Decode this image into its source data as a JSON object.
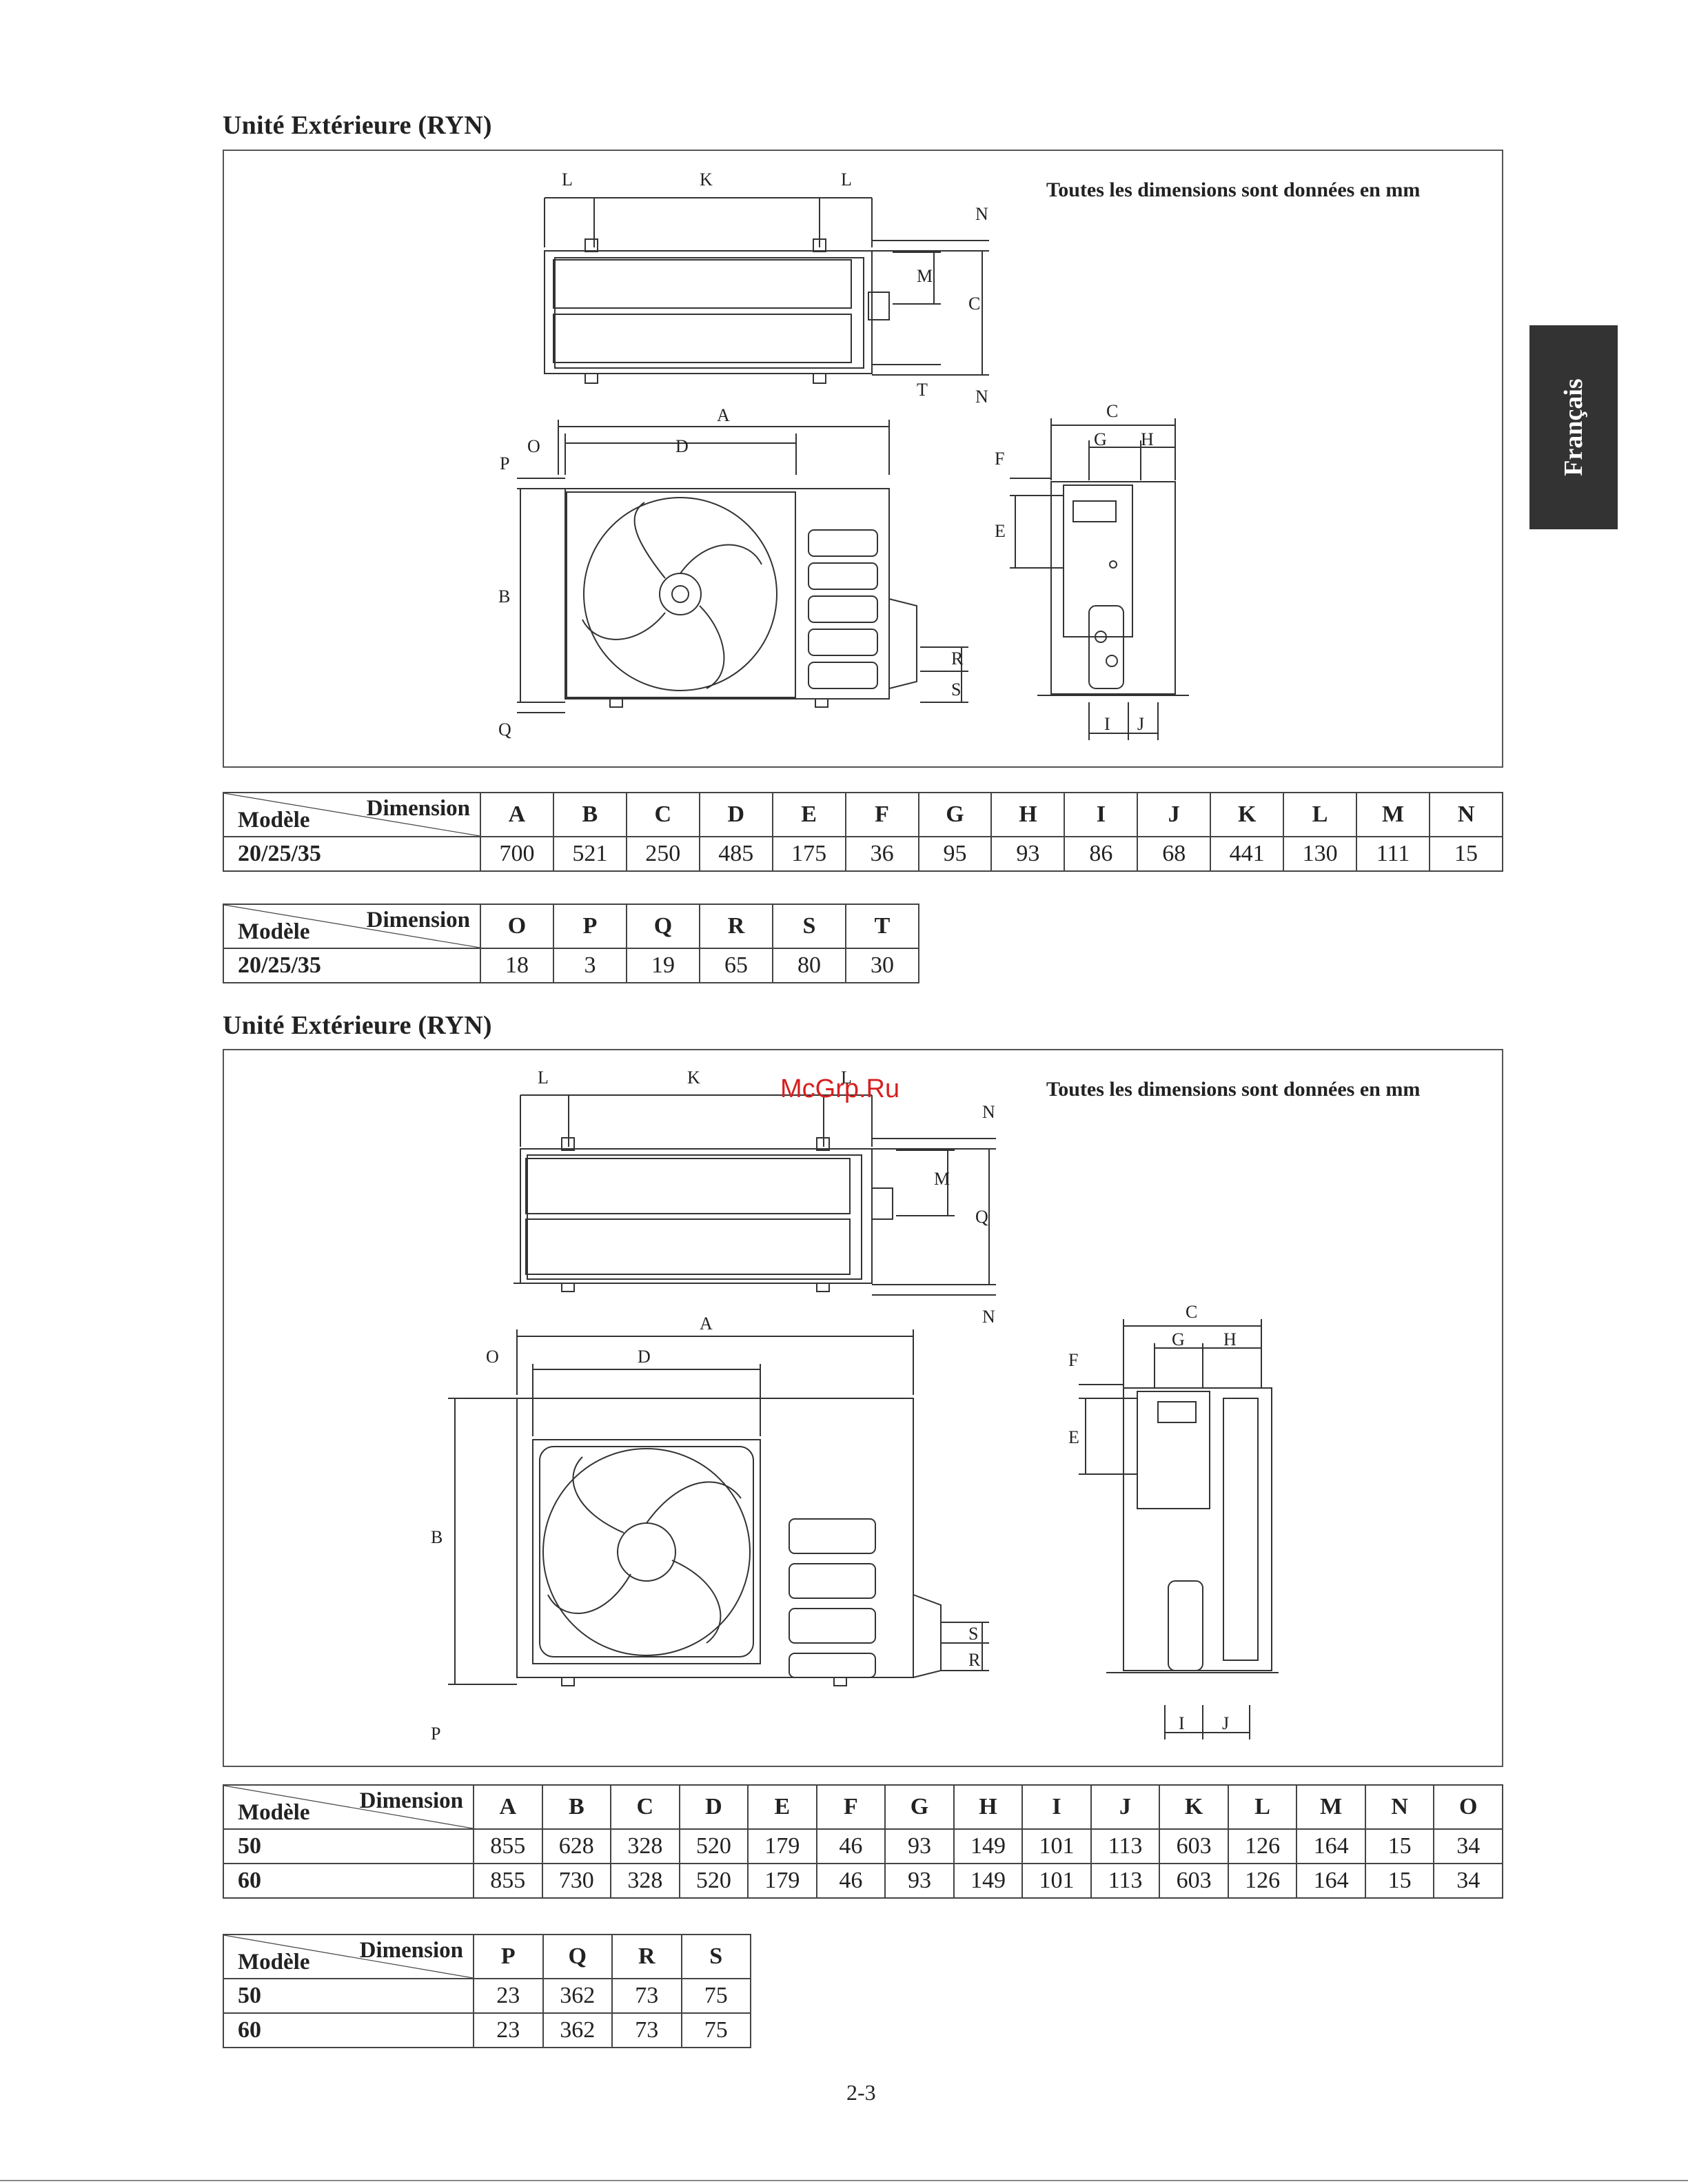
{
  "sections": [
    {
      "heading": "Unité Extérieure (RYN)",
      "note": "Toutes les dimensions sont données en mm",
      "diagram_letters": {
        "top_L1": "L",
        "top_K": "K",
        "top_L2": "L",
        "top_N1": "N",
        "top_M": "M",
        "top_C": "C",
        "top_T": "T",
        "top_N2": "N",
        "front_A": "A",
        "front_D": "D",
        "front_O": "O",
        "front_P": "P",
        "front_B": "B",
        "front_Q": "Q",
        "front_R": "R",
        "front_S": "S",
        "side_C": "C",
        "side_G": "G",
        "side_H": "H",
        "side_F": "F",
        "side_E": "E",
        "side_I": "I",
        "side_J": "J"
      },
      "tables": [
        {
          "corner_dimension": "Dimension",
          "corner_model": "Modèle",
          "columns": [
            "A",
            "B",
            "C",
            "D",
            "E",
            "F",
            "G",
            "H",
            "I",
            "J",
            "K",
            "L",
            "M",
            "N"
          ],
          "rows": [
            {
              "model": "20/25/35",
              "values": [
                "700",
                "521",
                "250",
                "485",
                "175",
                "36",
                "95",
                "93",
                "86",
                "68",
                "441",
                "130",
                "111",
                "15"
              ]
            }
          ]
        },
        {
          "corner_dimension": "Dimension",
          "corner_model": "Modèle",
          "columns": [
            "O",
            "P",
            "Q",
            "R",
            "S",
            "T"
          ],
          "rows": [
            {
              "model": "20/25/35",
              "values": [
                "18",
                "3",
                "19",
                "65",
                "80",
                "30"
              ]
            }
          ]
        }
      ]
    },
    {
      "heading": "Unité Extérieure (RYN)",
      "note": "Toutes les dimensions sont données en mm",
      "diagram_letters": {
        "top_L1": "L",
        "top_K": "K",
        "top_L2": "L",
        "top_N1": "N",
        "top_M": "M",
        "top_Q": "Q",
        "top_N2": "N",
        "front_A": "A",
        "front_D": "D",
        "front_O": "O",
        "front_B": "B",
        "front_P": "P",
        "front_S": "S",
        "front_R": "R",
        "side_C": "C",
        "side_G": "G",
        "side_H": "H",
        "side_F": "F",
        "side_E": "E",
        "side_I": "I",
        "side_J": "J"
      },
      "tables": [
        {
          "corner_dimension": "Dimension",
          "corner_model": "Modèle",
          "columns": [
            "A",
            "B",
            "C",
            "D",
            "E",
            "F",
            "G",
            "H",
            "I",
            "J",
            "K",
            "L",
            "M",
            "N",
            "O"
          ],
          "rows": [
            {
              "model": "50",
              "values": [
                "855",
                "628",
                "328",
                "520",
                "179",
                "46",
                "93",
                "149",
                "101",
                "113",
                "603",
                "126",
                "164",
                "15",
                "34"
              ]
            },
            {
              "model": "60",
              "values": [
                "855",
                "730",
                "328",
                "520",
                "179",
                "46",
                "93",
                "149",
                "101",
                "113",
                "603",
                "126",
                "164",
                "15",
                "34"
              ]
            }
          ]
        },
        {
          "corner_dimension": "Dimension",
          "corner_model": "Modèle",
          "columns": [
            "P",
            "Q",
            "R",
            "S"
          ],
          "rows": [
            {
              "model": "50",
              "values": [
                "23",
                "362",
                "73",
                "75"
              ]
            },
            {
              "model": "60",
              "values": [
                "23",
                "362",
                "73",
                "75"
              ]
            }
          ]
        }
      ]
    }
  ],
  "side_tab": "Français",
  "watermark": "McGrp.Ru",
  "page_number": "2-3"
}
